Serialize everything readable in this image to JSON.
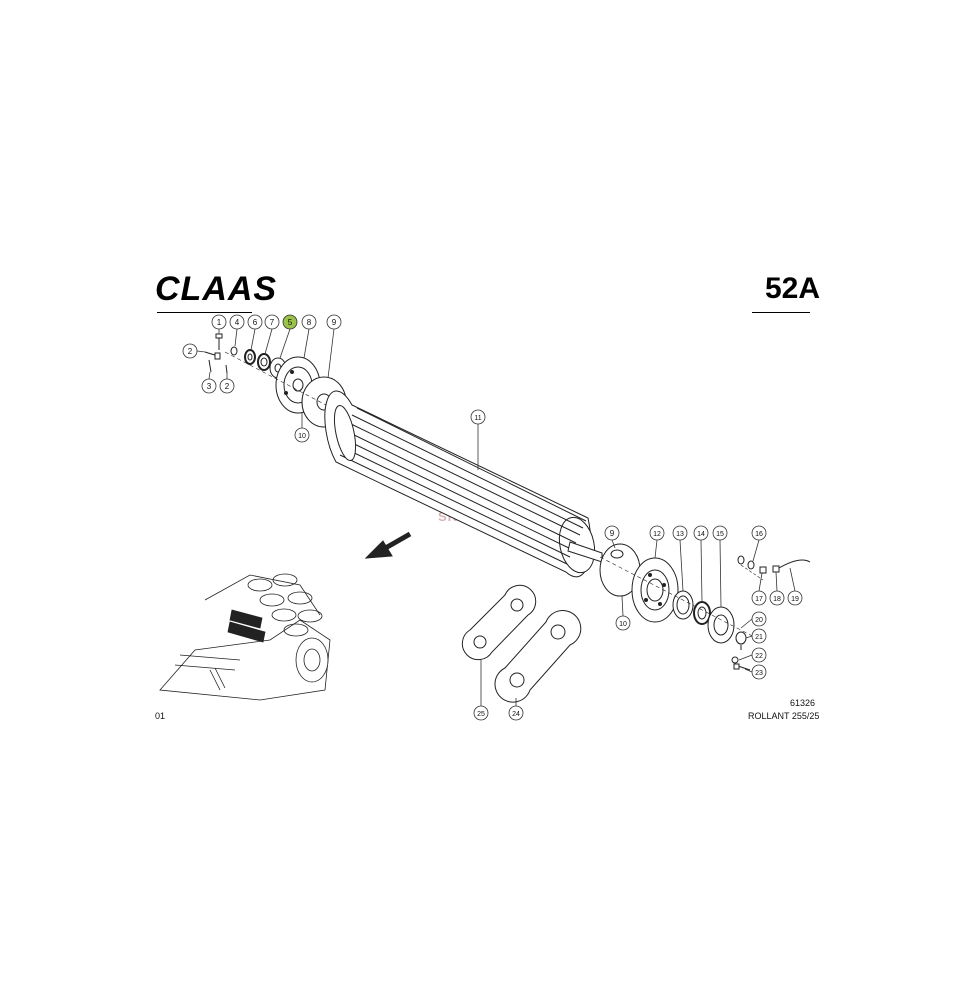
{
  "header": {
    "brand": "CLAAS",
    "page_code": "52A"
  },
  "footer": {
    "left_fragment": "01",
    "drawing_number": "61326",
    "model": "ROLLANT 255/25"
  },
  "watermark": {
    "text": "SKŁADNICA"
  },
  "highlight_color": "#9bc34a",
  "callouts": {
    "c1": "1",
    "c4": "4",
    "c6": "6",
    "c7": "7",
    "c5": "5",
    "c8": "8",
    "c9a": "9",
    "c2a": "2",
    "c3": "3",
    "c2b": "2",
    "c10a": "10",
    "c11": "11",
    "c9b": "9",
    "c12": "12",
    "c13": "13",
    "c14": "14",
    "c15": "15",
    "c16": "16",
    "c10b": "10",
    "c17": "17",
    "c18": "18",
    "c19": "19",
    "c20": "20",
    "c21": "21",
    "c22": "22",
    "c23": "23",
    "c25": "25",
    "c24": "24"
  }
}
